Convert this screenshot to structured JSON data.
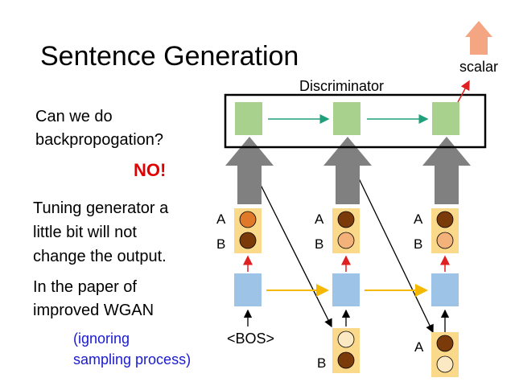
{
  "slide": {
    "title": "Sentence Generation",
    "question_line1": "Can we do",
    "question_line2": "backpropogation?",
    "answer": "NO!",
    "tuning_line1": "Tuning generator a",
    "tuning_line2": "little bit will not",
    "tuning_line3": "change the output.",
    "paper_line1": "In the paper of",
    "paper_line2": "improved WGAN",
    "note_line1": "(ignoring",
    "note_line2": "sampling process)"
  },
  "diagram": {
    "discriminator_label": "Discriminator",
    "scalar_label": "scalar",
    "start_token": "<BOS>",
    "option_a": "A",
    "option_b": "B"
  },
  "colors": {
    "title_text": "#000000",
    "answer_red": "#e00000",
    "note_blue": "#1a1ad0",
    "discriminator_box": "#a9d18e",
    "generator_box": "#9dc3e6",
    "token_panel": "#fbd98a",
    "dark_brown": "#7a3a0a",
    "orange": "#e07a2a",
    "light_orange": "#f2b27a",
    "big_arrow_gray": "#808080",
    "teal_arrow": "#1fa07a",
    "yellow_arrow": "#f5b800",
    "red_arrow": "#e02020",
    "scalar_arrow": "#f4a582"
  }
}
